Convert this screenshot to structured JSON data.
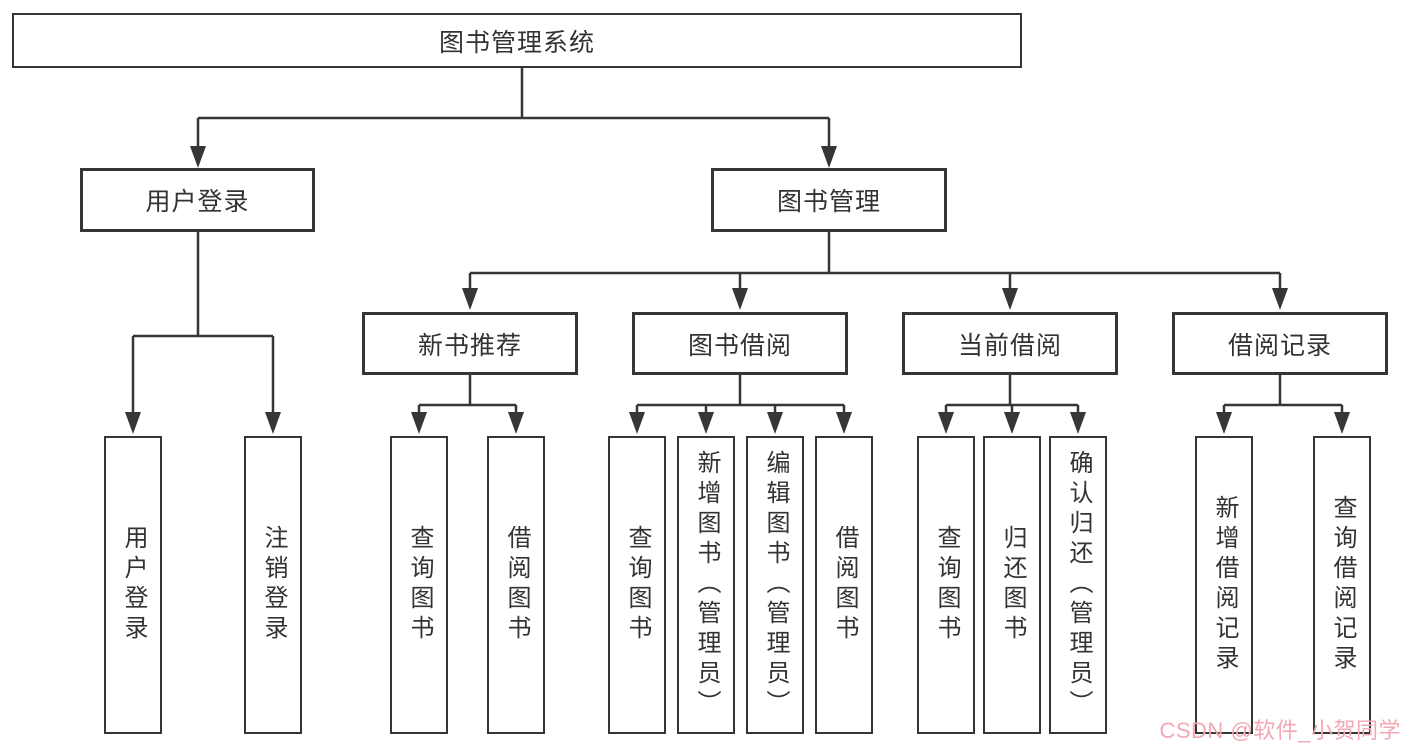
{
  "tree": {
    "root": "图书管理系统",
    "branches": [
      {
        "label": "用户登录",
        "leaves": [
          "用户登录",
          "注销登录"
        ]
      },
      {
        "label": "图书管理",
        "groups": [
          {
            "label": "新书推荐",
            "leaves": [
              "查询图书",
              "借阅图书"
            ]
          },
          {
            "label": "图书借阅",
            "leaves": [
              "查询图书",
              "新增图书（管理员）",
              "编辑图书（管理员）",
              "借阅图书"
            ]
          },
          {
            "label": "当前借阅",
            "leaves": [
              "查询图书",
              "归还图书",
              "确认归还（管理员）"
            ]
          },
          {
            "label": "借阅记录",
            "leaves": [
              "新增借阅记录",
              "查询借阅记录"
            ]
          }
        ]
      }
    ]
  },
  "watermark": {
    "text": "CSDN @软件_小贺同学",
    "color": "#f2a8b4"
  },
  "colors": {
    "line": "#363636",
    "border": "#363636",
    "text": "#333333",
    "background": "#ffffff"
  }
}
